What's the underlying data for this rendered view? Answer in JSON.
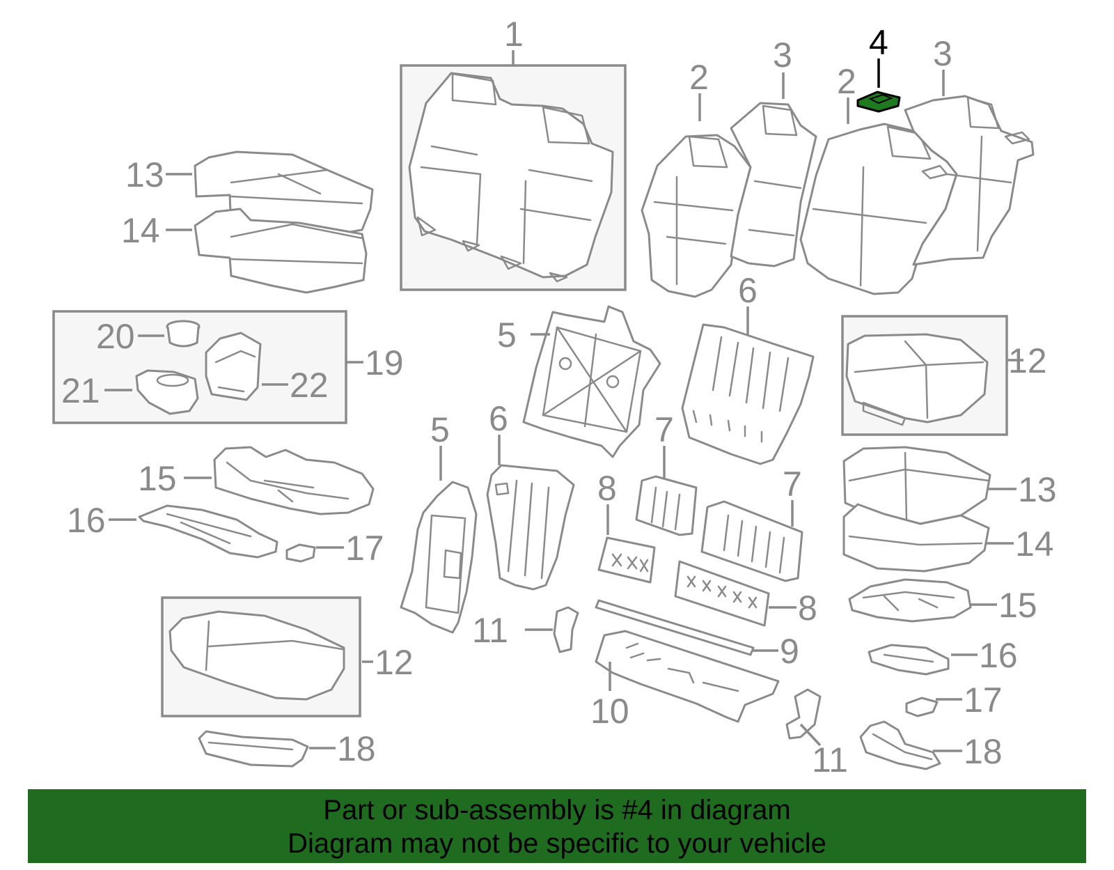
{
  "colors": {
    "line": "#8a8a8a",
    "highlight_part": "#1f7a1f",
    "highlight_text": "#000000",
    "banner": "#1f6b1f",
    "background": "#ffffff"
  },
  "callouts": {
    "c1": "1",
    "c2a": "2",
    "c2b": "2",
    "c3a": "3",
    "c3b": "3",
    "c4": "4",
    "c5a": "5",
    "c5b": "5",
    "c6a": "6",
    "c6b": "6",
    "c7a": "7",
    "c7b": "7",
    "c8a": "8",
    "c8b": "8",
    "c9": "9",
    "c10": "10",
    "c11a": "11",
    "c11b": "11",
    "c12a": "12",
    "c12b": "12",
    "c13a": "13",
    "c13b": "13",
    "c14a": "14",
    "c14b": "14",
    "c15a": "15",
    "c15b": "15",
    "c16a": "16",
    "c16b": "16",
    "c17a": "17",
    "c17b": "17",
    "c18a": "18",
    "c18b": "18",
    "c19": "19",
    "c20": "20",
    "c21": "21",
    "c22": "22"
  },
  "banner": {
    "line1": "Part or sub-assembly is #4 in diagram",
    "line2": "Diagram may not be specific to your vehicle"
  }
}
